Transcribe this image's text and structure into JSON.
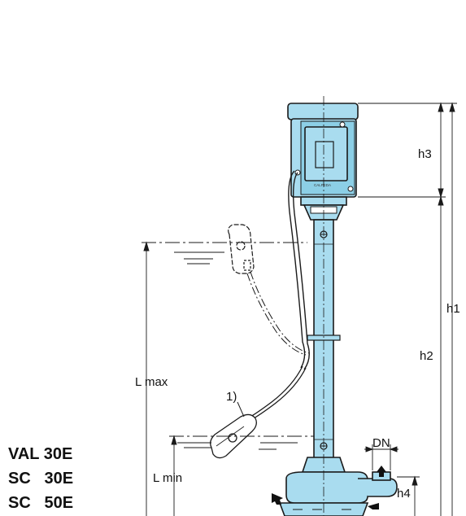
{
  "labels": {
    "h1": "h1",
    "h2": "h2",
    "h3": "h3",
    "h4": "h4",
    "dn": "DN",
    "l_max": "L max",
    "l_min": "L min",
    "note": "1)",
    "brand": "CALPEDA"
  },
  "models": [
    "VAL 30E",
    "SC   30E",
    "SC   50E"
  ],
  "colors": {
    "pump_fill": "#a9dcef",
    "pump_dark": "#5fb6d6",
    "outline": "#1a1a1a"
  }
}
